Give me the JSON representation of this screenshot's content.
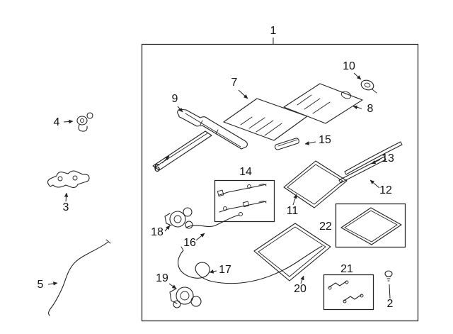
{
  "style": {
    "line_color": "#222222",
    "background": "#ffffff",
    "label_color": "#121212"
  },
  "callouts": {
    "c1": "1",
    "c2": "2",
    "c3": "3",
    "c4": "4",
    "c5": "5",
    "c6": "6",
    "c7": "7",
    "c8": "8",
    "c9": "9",
    "c10": "10",
    "c11": "11",
    "c12": "12",
    "c13": "13",
    "c14": "14",
    "c15": "15",
    "c16": "16",
    "c17": "17",
    "c18": "18",
    "c19": "19",
    "c20": "20",
    "c21": "21",
    "c22": "22"
  }
}
